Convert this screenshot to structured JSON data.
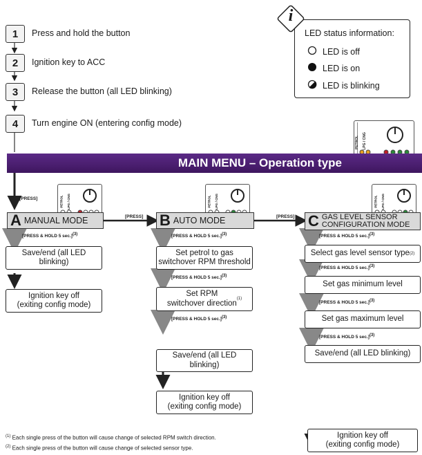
{
  "steps": [
    {
      "num": "1",
      "text": "Press and hold the button"
    },
    {
      "num": "2",
      "text": "Ignition key to  ACC"
    },
    {
      "num": "3",
      "text": "Release the button   (all LED blinking)"
    },
    {
      "num": "4",
      "text": "Turn engine ON (entering config mode)"
    }
  ],
  "legend": {
    "icon": "i",
    "title": "LED status information:",
    "off": "LED is off",
    "on": "LED is on",
    "blinking": "LED is blinking"
  },
  "banner": "MAIN MENU – Operation type",
  "device_labels": {
    "petrol": "PETROL",
    "lpg": "LPG / CNG"
  },
  "press": "[PRESS]",
  "hold": "[PRESS & HOLD 5 sec.]",
  "ref3": "(3)",
  "modes": [
    {
      "letter": "A",
      "name": "MANUAL MODE",
      "boxes": [
        "Save/end (all LED blinking)",
        "Ignition key off\n(exiting config mode)"
      ]
    },
    {
      "letter": "B",
      "name": "AUTO MODE",
      "boxes": [
        "Set petrol to gas\nswitchover RPM threshold",
        "Set RPM\nswitchover direction",
        "Save/end (all LED blinking)",
        "Ignition key off\n(exiting config mode)"
      ],
      "box_sup": [
        "",
        "(1)",
        "",
        ""
      ]
    },
    {
      "letter": "C",
      "name": "GAS LEVEL SENSOR\nCONFIGURATION MODE",
      "boxes": [
        "Select gas level sensor type",
        "Set gas minimum level",
        "Set gas maximum level",
        "Save/end (all LED blinking)",
        "Ignition key off\n(exiting config mode)"
      ],
      "box_sup": [
        "(2)",
        "",
        "",
        "",
        ""
      ]
    }
  ],
  "footnotes": [
    {
      "mark": "(1)",
      "text": "Each single press of the button will cause change of selected RPM switch direction."
    },
    {
      "mark": "(2)",
      "text": "Each single press of the button will cause change of selected sensor type."
    }
  ],
  "colors": {
    "banner": "#4a1d70",
    "led_red": "#c0202a",
    "led_green": "#2a8a3a",
    "led_orange": "#e8a020"
  }
}
